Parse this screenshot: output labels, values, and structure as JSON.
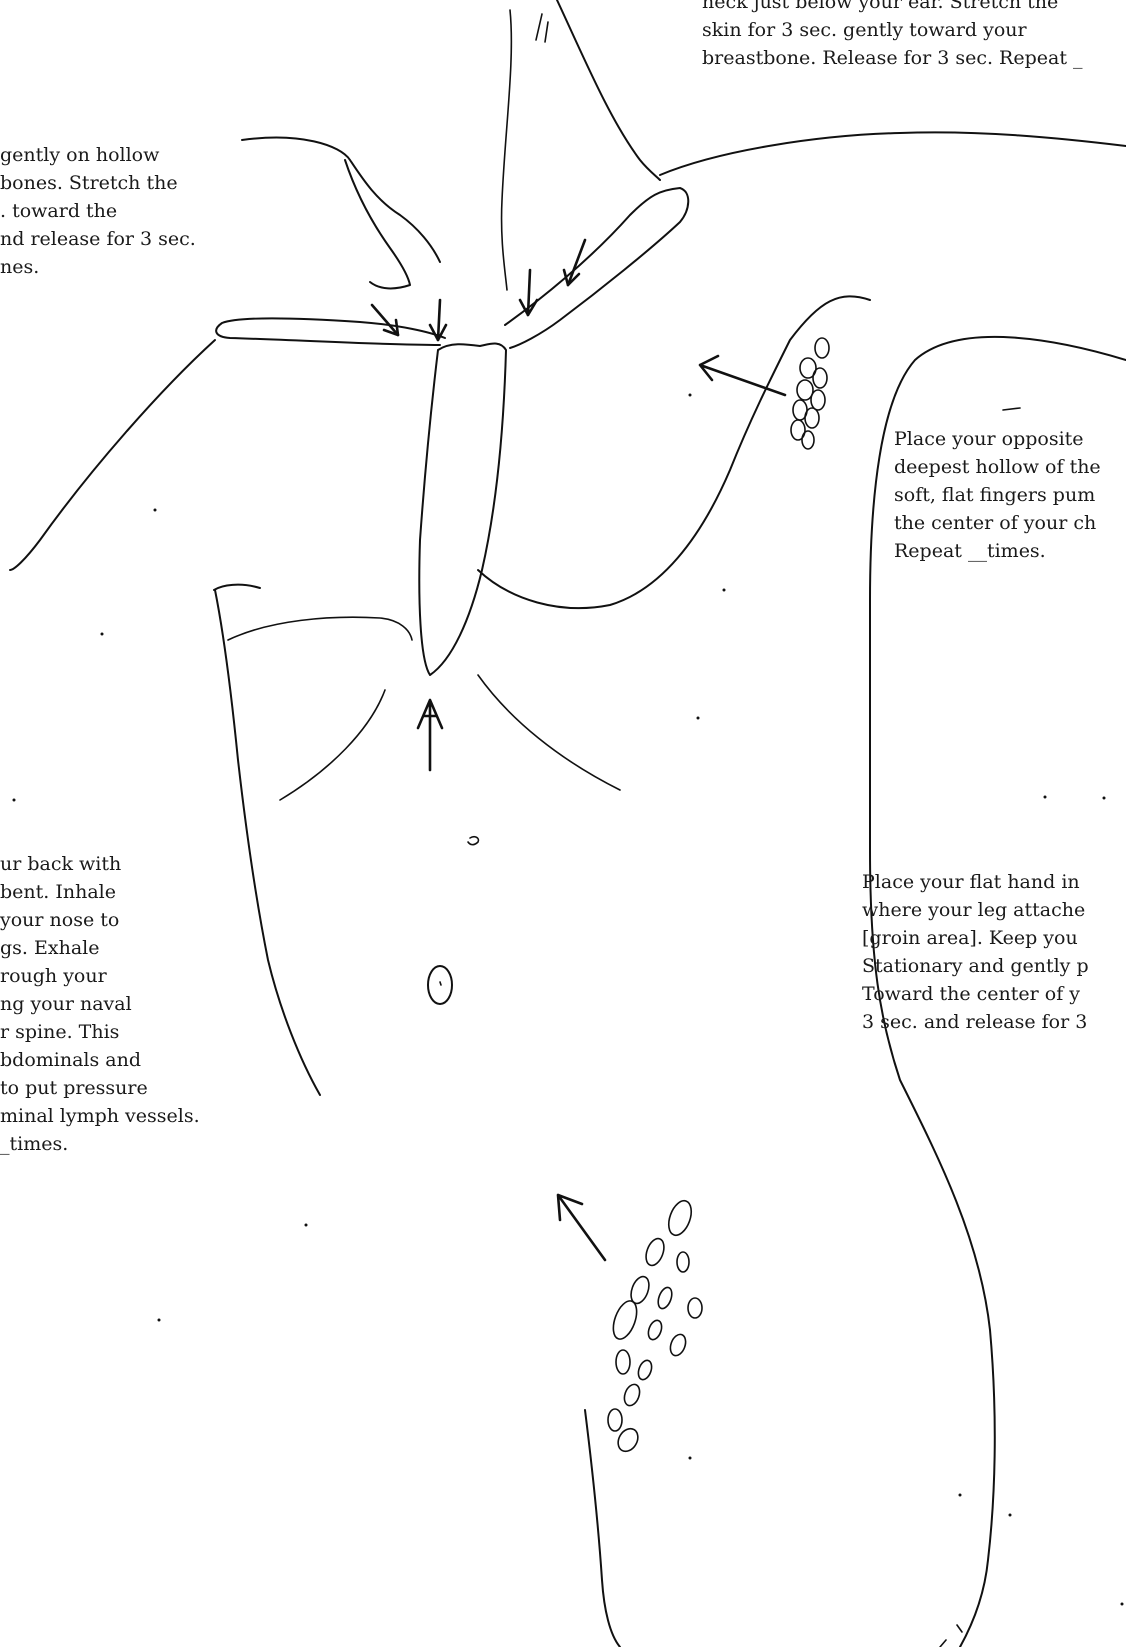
{
  "captions": {
    "neck": {
      "lines": [
        "neck just below your ear.  Stretch the",
        "skin for 3 sec. gently toward your",
        "breastbone. Release for 3 sec. Repeat _"
      ]
    },
    "collarbone": {
      "lines": [
        "gently on hollow",
        "bones.  Stretch the",
        ". toward the",
        "nd release for 3 sec.",
        "nes."
      ]
    },
    "armpit": {
      "lines": [
        "Place your opposite",
        "deepest hollow of the",
        "soft, flat fingers pum",
        "the center of your ch",
        "Repeat __times."
      ]
    },
    "breathing": {
      "lines": [
        "ur back with",
        "bent.  Inhale",
        " your nose to",
        "gs.  Exhale",
        "rough your",
        "ng your naval",
        "r spine. This",
        "bdominals and",
        "to put pressure",
        "minal lymph vessels.",
        "_times."
      ]
    },
    "groin": {
      "lines": [
        "Place your flat hand in",
        "where your leg attache",
        "[groin area].  Keep you",
        "Stationary and gently p",
        "Toward the center of y",
        "3 sec. and release for 3"
      ]
    }
  }
}
